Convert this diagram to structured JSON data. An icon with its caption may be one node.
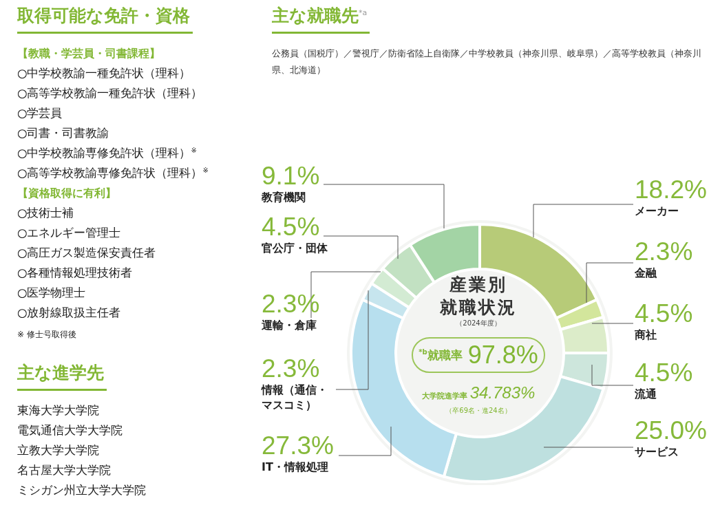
{
  "diagram": {
    "labels": [
      "取得可能な免許・資格",
      "【教職・学芸員・司書課程】",
      "○中学校教諭一種免許状（理科）",
      "○高等学校教諭一種免許状（理科）",
      "○学芸員",
      "○司書・司書教諭",
      "○中学校教諭専修免許状（理科）$^{※}$",
      "○高等学校教諭専修免許状（理科）$^{※}$",
      "【資格取得に有利】",
      "○技術士補",
      "○エネルギー管理士",
      "○高圧ガス製造保安責任者",
      "○各種情報処理技術者",
      "○医学物理士",
      "○放射線取扱主任者",
      "※ 修士号取得後",
      "主な進学先",
      "東海大学大学院",
      "電気通信大学大学院",
      "立教大学大学院",
      "名古屋大学大学院",
      "ミシガン州立大学大学院",
      "主な就職先$^{*a}$",
      "公務員（国税庁）／警視庁／防衛省陸上自衛隊／中学校教員（神奈川県、岐阜県）／高等学校教員（神奈川県、北海道）",
      "（2024年度）",
      "$^{*b}$就職率",
      "97.8%",
      "大学院進学率",
      "34.783%",
      "（卒69名・進24名）"
    ],
    "chart_data": {
      "type": "donut",
      "title": "産業別就職状況",
      "categories": [
        "メーカー",
        "金融",
        "商社",
        "流通",
        "サービス",
        "IT・情報処理",
        "情報（通信・マスコミ）",
        "運輸・倉庫",
        "官公庁・団体",
        "教育機関"
      ],
      "values": [
        18.2,
        2.3,
        4.5,
        4.5,
        25.0,
        27.3,
        2.3,
        2.3,
        4.5,
        9.1
      ],
      "value_labels": [
        "18.2%",
        "2.3%",
        "4.5%",
        "4.5%",
        "25.0%",
        "27.3%",
        "2.3%",
        "2.3%",
        "4.5%",
        "9.1%"
      ]
    }
  }
}
